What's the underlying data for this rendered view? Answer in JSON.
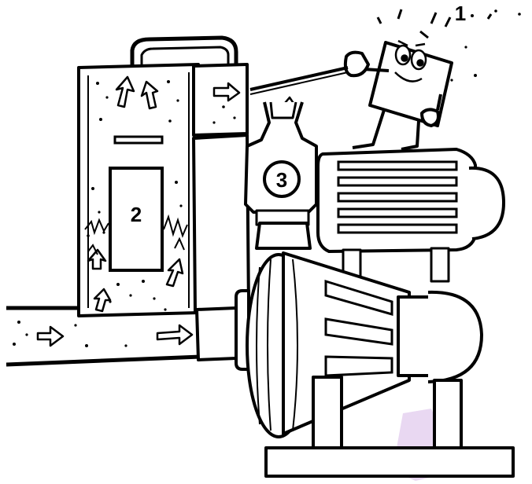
{
  "diagram": {
    "labels": {
      "one": "1",
      "two": "2",
      "three": "3"
    },
    "colors": {
      "ink": "#000000",
      "paper": "#ffffff",
      "watermark": "#e9d8f2"
    }
  }
}
